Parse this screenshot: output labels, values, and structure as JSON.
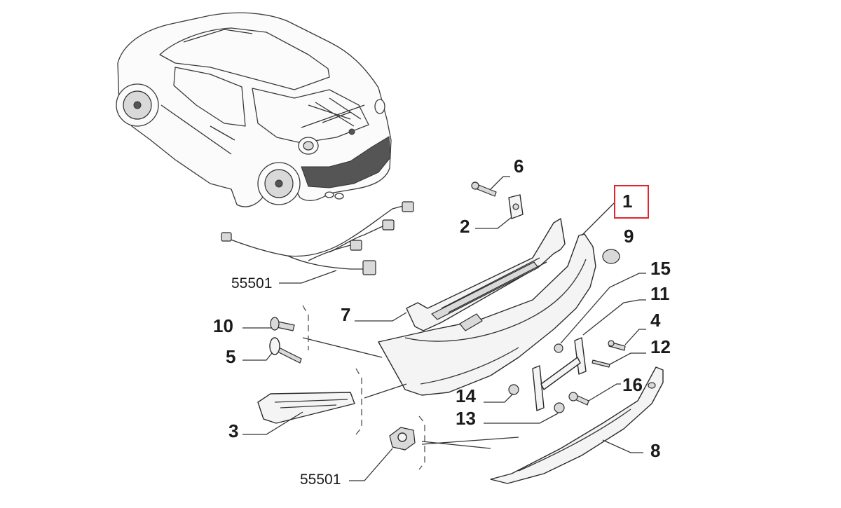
{
  "diagram": {
    "highlight_color": "#e0262b",
    "line_color": "#333333",
    "callouts": {
      "c1": "1",
      "c2": "2",
      "c3": "3",
      "c4": "4",
      "c5": "5",
      "c6": "6",
      "c7": "7",
      "c8": "8",
      "c9": "9",
      "c10": "10",
      "c11": "11",
      "c12": "12",
      "c13": "13",
      "c14": "14",
      "c15": "15",
      "c16": "16",
      "wiring_upper": "55501",
      "wiring_lower": "55501"
    }
  }
}
